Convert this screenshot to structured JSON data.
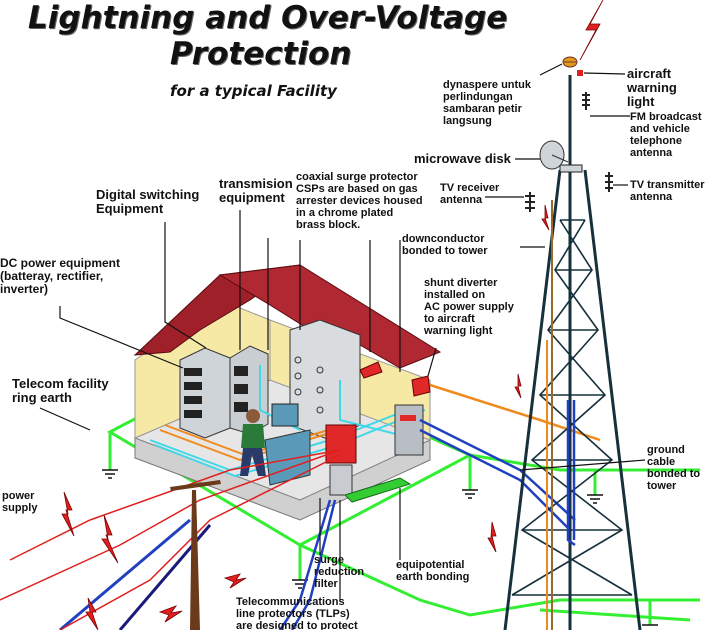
{
  "title": {
    "line1": "Lightning and Over-Voltage",
    "line2": "Protection",
    "subtitle": "for a typical Facility"
  },
  "labels": {
    "dynasphere": "dynaspere untuk\nperlindungan\nsambaran petir\nlangsung",
    "aircraft_warning": "aircraft warning\nlight",
    "fm_broadcast": "FM broadcast\nand vehicle\ntelephone\nantenna",
    "microwave_disk": "microwave disk",
    "tv_receiver": "TV receiver\nantenna",
    "tv_transmitter": "TV transmitter\nantenna",
    "digital_switching": "Digital switching\nEquipment",
    "transmission": "transmision\nequipment",
    "coaxial_csp": "coaxial surge protector\nCSPs are based on gas\narrester devices housed\nin a  chrome plated\nbrass block.",
    "downconductor": "downconductor\nbonded to tower",
    "dc_power": "DC power equipment\n(batteray, rectifier,\ninverter)",
    "shunt_diverter": "shunt diverter\ninstalled on\nAC power supply\nto aircraft\nwarning light",
    "ring_earth": "Telecom facility\nring earth",
    "ground_cable": "ground cable\nbonded to\ntower",
    "power_supply": "power\nsupply",
    "surge_filter": "surge\nreduction\nfilter",
    "equipotential": "equipotential\nearth bonding",
    "tlp": "Telecommunications\nline protectors  (TLPs)\nare designed to protect"
  },
  "colors": {
    "ground_green": "#33ee33",
    "roof_red": "#a0202a",
    "wall_yellow": "#f6e9a6",
    "tower_gray": "#203848",
    "cable_orange": "#f08a1c",
    "cable_blue": "#2040c0",
    "cable_cyan": "#40d8e8",
    "lightning_red": "#e02020"
  },
  "icons": {
    "lightning": "lightning-bolt-icon",
    "dynasphere": "dynasphere-terminal-icon",
    "microwave": "microwave-dish-icon",
    "ground": "earth-ground-icon",
    "operator": "operator-person-icon"
  }
}
